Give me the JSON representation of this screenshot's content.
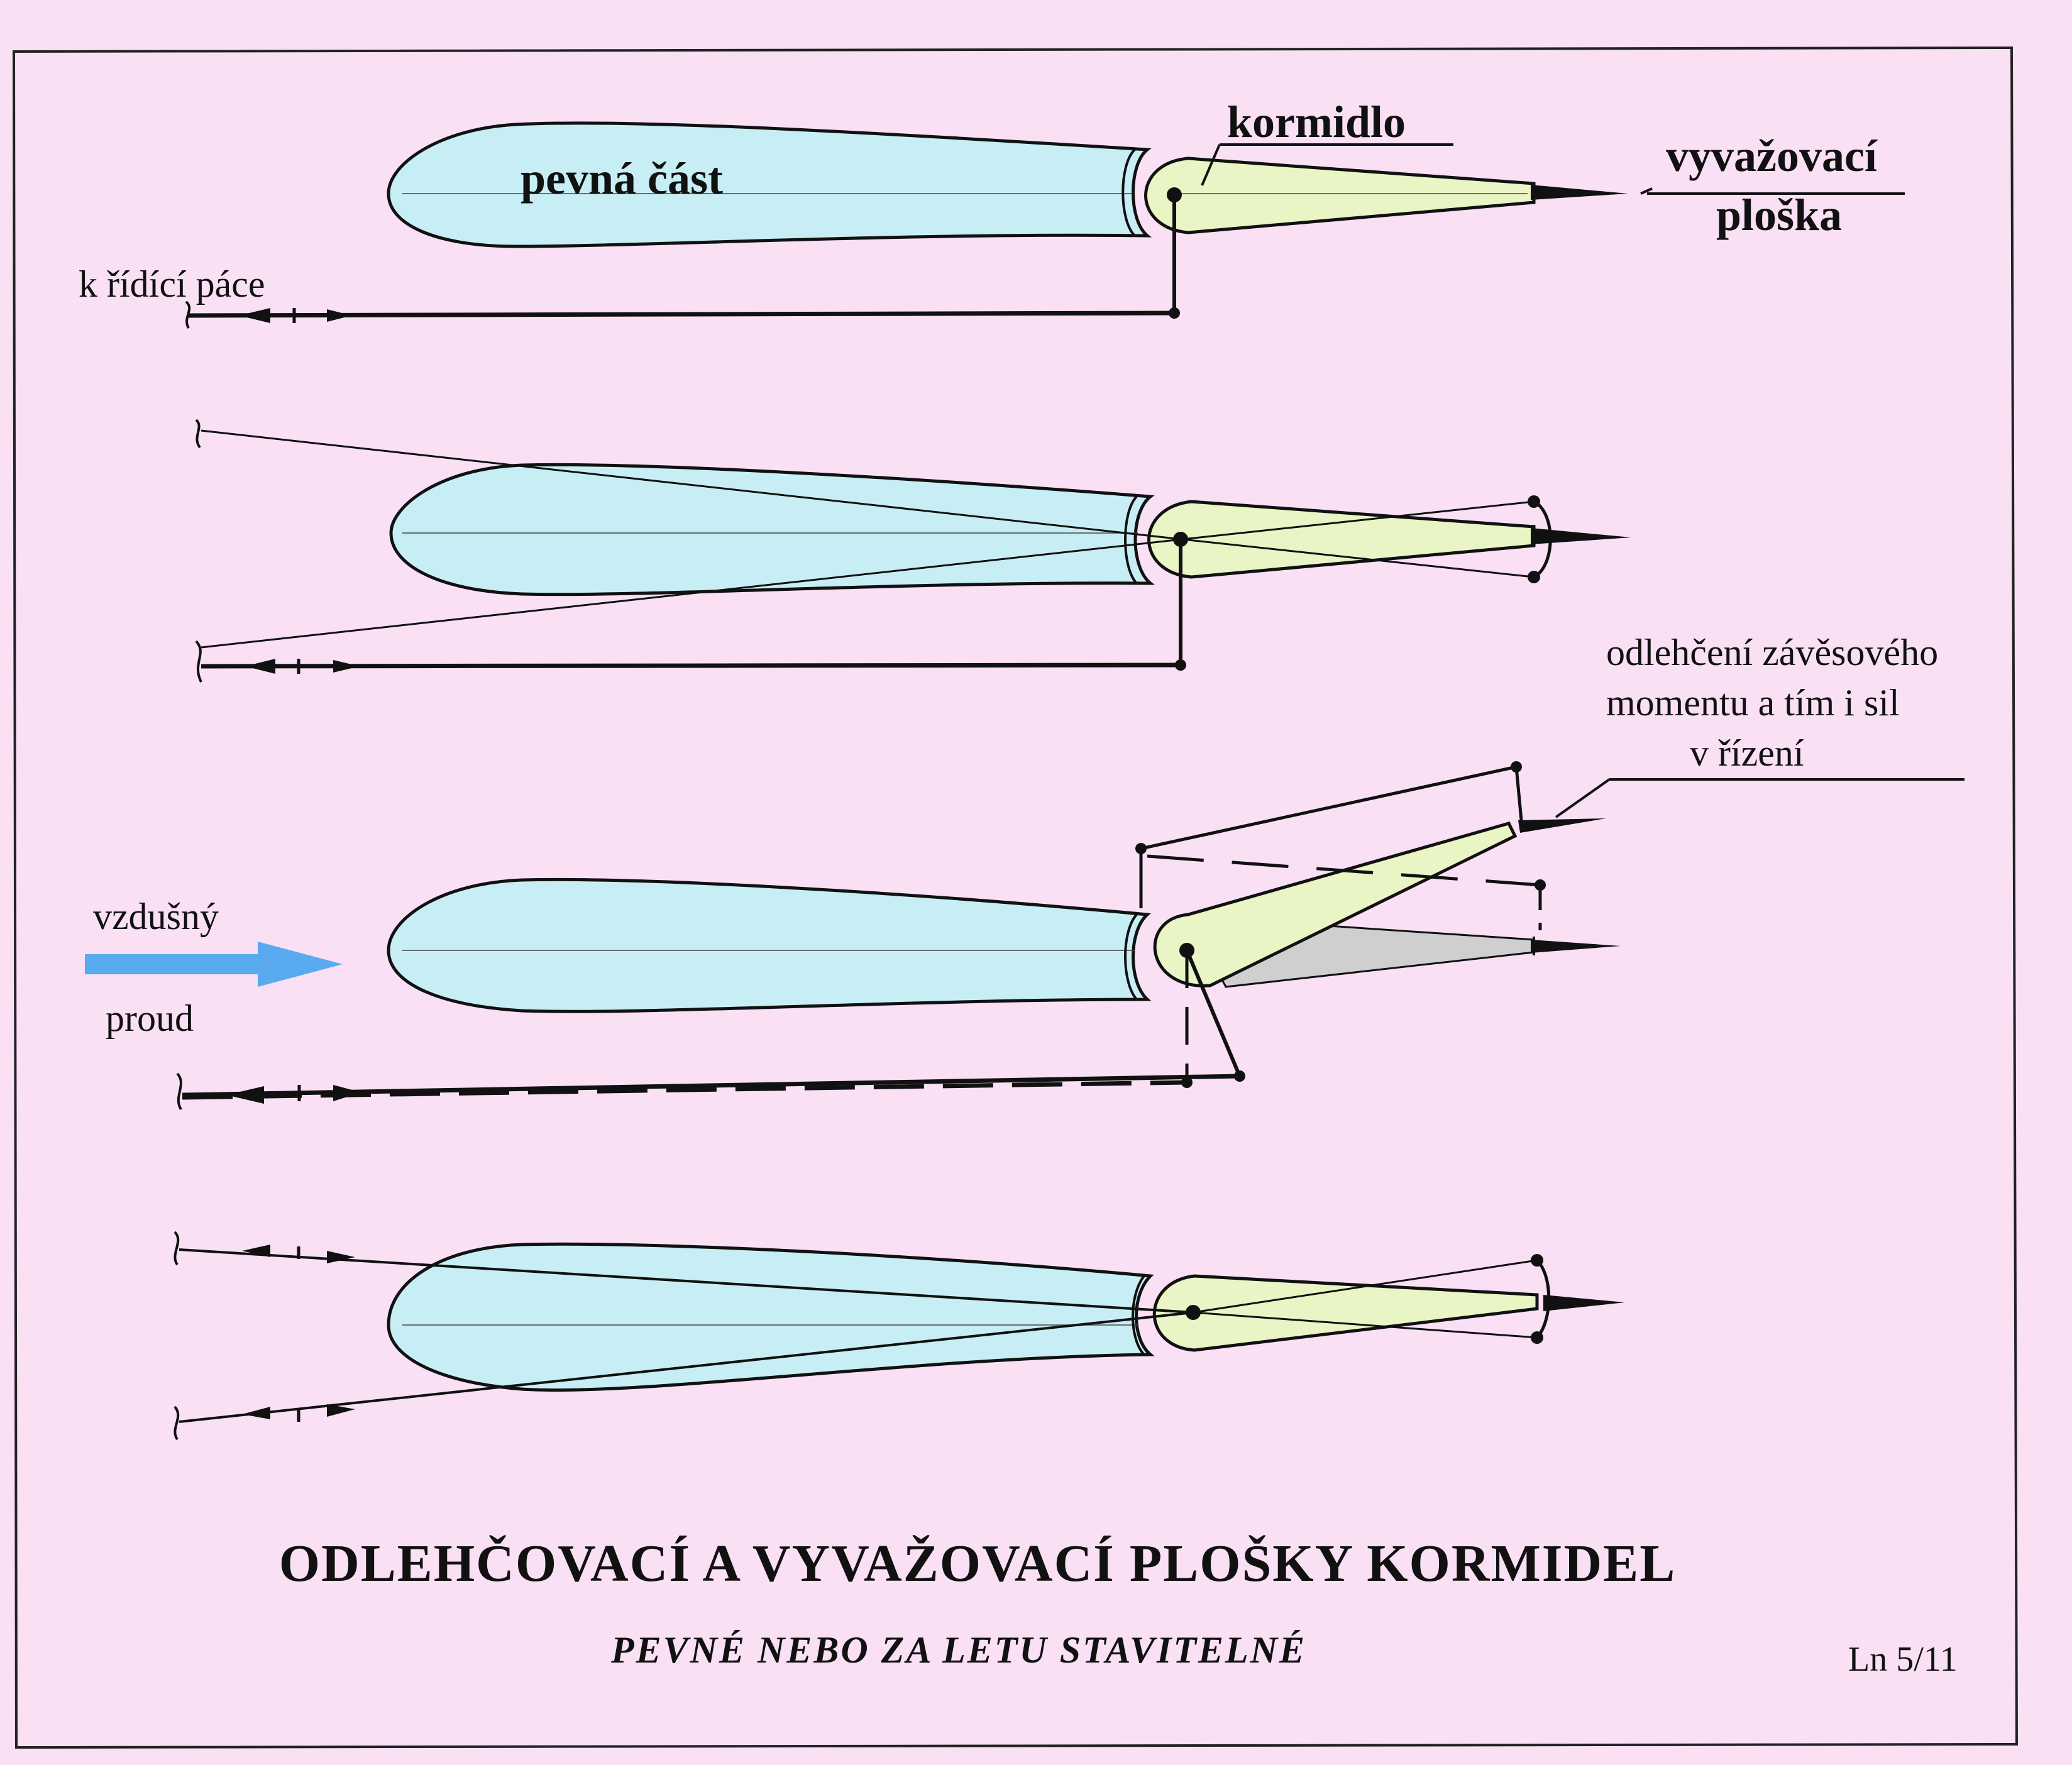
{
  "labels": {
    "fixed_part": "pevná  část",
    "rudder": "kormidlo",
    "trim_tab_line1": "vyvažovací",
    "trim_tab_line2": "ploška",
    "to_control_stick": "k řídící páce",
    "relief_line1": "odlehčení závěsového",
    "relief_line2": "momentu a tím i sil",
    "relief_line3": "v řízení",
    "airflow_line1": "vzdušný",
    "airflow_line2": "proud"
  },
  "title": "ODLEHČOVACÍ  A  VYVAŽOVACÍ  PLOŠKY  KORMIDEL",
  "subtitle": "PEVNÉ  NEBO  ZA  LETU  STAVITELNÉ",
  "page_code": "Ln 5/11",
  "colors": {
    "background": "#f9e0f5",
    "fixed_part_fill": "#c8eef5",
    "rudder_fill": "#e9f5c4",
    "deflected_shadow": "#cfcfcf",
    "airflow_arrow": "#5aaaf0",
    "ink": "#111111"
  },
  "icons": {
    "airflow": "airflow-arrow-icon",
    "hinge": "hinge-dot-icon"
  }
}
